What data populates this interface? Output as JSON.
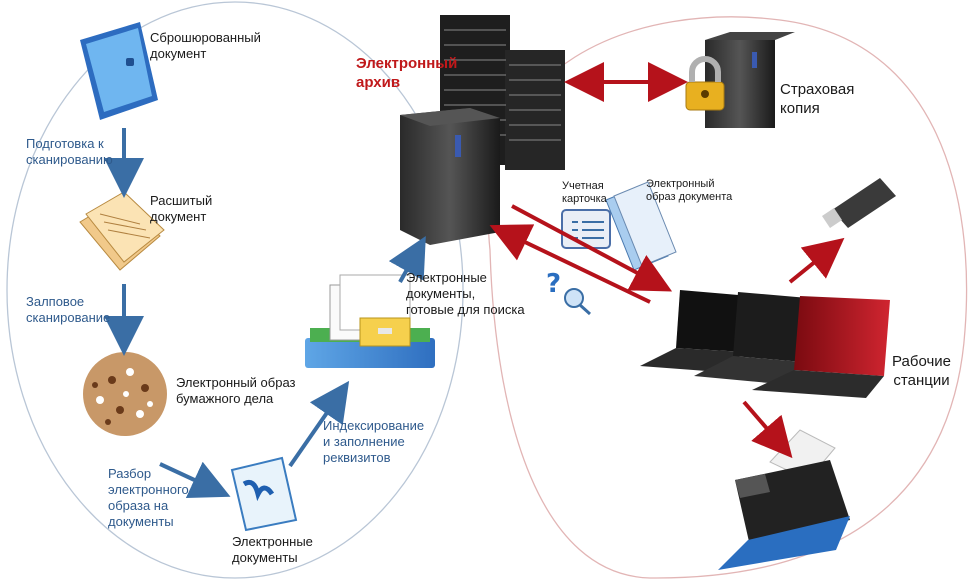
{
  "archive": {
    "title_line1": "Электронный",
    "title_line2": "архив"
  },
  "left": {
    "bound_doc_line1": "Сброшюрованный",
    "bound_doc_line2": "документ",
    "prep_line1": "Подготовка к",
    "prep_line2": "сканированию",
    "unbound_doc_line1": "Расшитый",
    "unbound_doc_line2": "документ",
    "batch_line1": "Залповое",
    "batch_line2": "сканирование",
    "image_line1": "Электронный образ",
    "image_line2": "бумажного дела",
    "split_line1": "Разбор",
    "split_line2": "электронного",
    "split_line3": "образа на",
    "split_line4": "документы",
    "edocs_line1": "Электронные",
    "edocs_line2": "документы",
    "index_line1": "Индексирование",
    "index_line2": "и заполнение",
    "index_line3": "реквизитов",
    "ready_line1": "Электронные",
    "ready_line2": "документы,",
    "ready_line3": "готовые для поиска"
  },
  "right": {
    "backup_line1": "Страховая",
    "backup_line2": "копия",
    "card_line1": "Учетная",
    "card_line2": "карточка",
    "eimage_line1": "Электронный",
    "eimage_line2": "образ документа",
    "ws_line1": "Рабочие",
    "ws_line2": "станции"
  },
  "colors": {
    "arrow_blue": "#3a6ea5",
    "arrow_red": "#b5121b",
    "ellipse": "#b9c6d6",
    "ellipse_right": "#e2b5b5"
  }
}
